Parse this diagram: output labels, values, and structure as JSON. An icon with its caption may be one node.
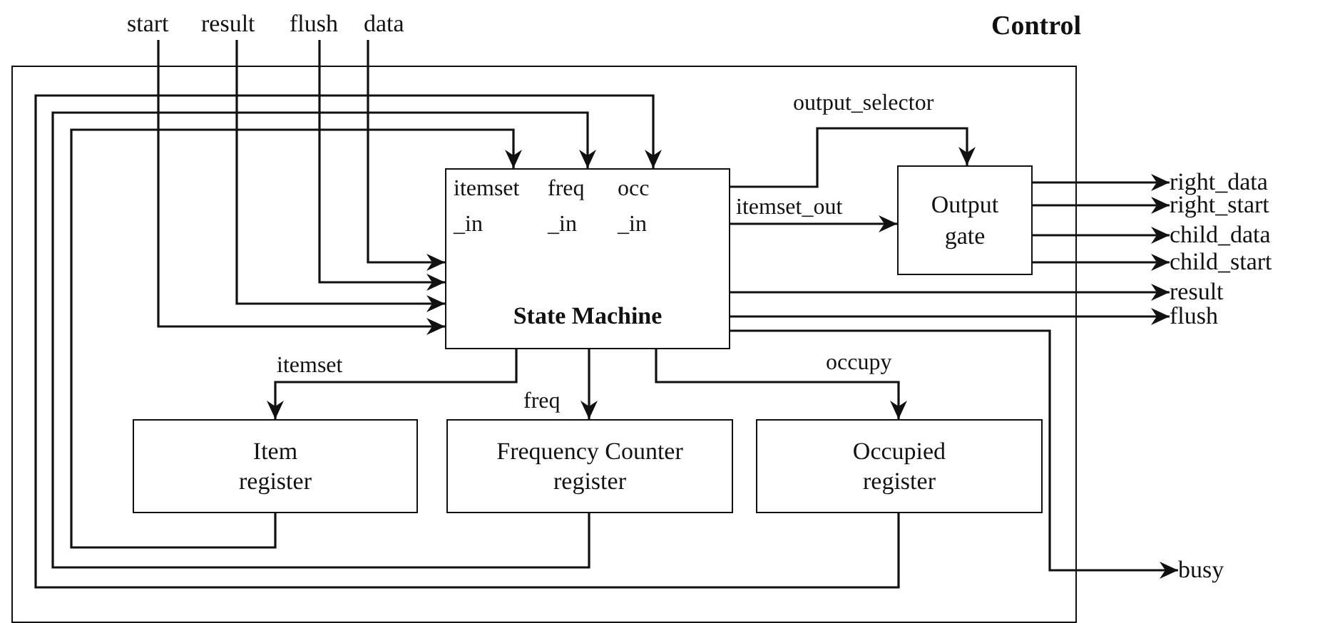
{
  "diagram": {
    "nodes": [
      {
        "text": [
          "Control"
        ]
      },
      {
        "text": [
          "start"
        ]
      },
      {
        "text": [
          "result"
        ]
      },
      {
        "text": [
          "flush"
        ]
      },
      {
        "text": [
          "data"
        ]
      },
      {
        "text": [
          "itemset _in",
          "freq _in",
          "occ _in",
          "State Machine"
        ],
        "in": 0
      },
      {
        "text": [
          "Output gate"
        ],
        "in": 0
      },
      {
        "text": [
          "Item register"
        ],
        "in": 0
      },
      {
        "text": [
          "Frequency Counter register"
        ],
        "in": 0
      },
      {
        "text": [
          "Occupied register"
        ],
        "in": 0
      },
      {
        "text": [
          "right_data"
        ]
      },
      {
        "text": [
          "right_start"
        ]
      },
      {
        "text": [
          "child_data"
        ]
      },
      {
        "text": [
          "child_start"
        ]
      },
      {
        "text": [
          "result"
        ]
      },
      {
        "text": [
          "flush"
        ]
      },
      {
        "text": [
          "busy"
        ]
      }
    ],
    "edges": [
      {
        "from": 1,
        "to": 5,
        "arrow": "to"
      },
      {
        "from": 2,
        "to": 5,
        "arrow": "to"
      },
      {
        "from": 3,
        "to": 5,
        "arrow": "to"
      },
      {
        "from": 4,
        "to": 5,
        "arrow": "to"
      },
      {
        "from": 5,
        "to": 6,
        "arrow": "to",
        "label": "output_selector"
      },
      {
        "from": 5,
        "to": 6,
        "arrow": "to",
        "label": "itemset_out"
      },
      {
        "from": 6,
        "to": 10,
        "arrow": "to"
      },
      {
        "from": 6,
        "to": 11,
        "arrow": "to"
      },
      {
        "from": 6,
        "to": 12,
        "arrow": "to"
      },
      {
        "from": 6,
        "to": 13,
        "arrow": "to"
      },
      {
        "from": 5,
        "to": 14,
        "arrow": "to"
      },
      {
        "from": 5,
        "to": 15,
        "arrow": "to"
      },
      {
        "from": 5,
        "to": 16,
        "arrow": "to"
      },
      {
        "from": 5,
        "to": 7,
        "arrow": "to",
        "label": "itemset"
      },
      {
        "from": 5,
        "to": 8,
        "arrow": "to",
        "label": "freq"
      },
      {
        "from": 5,
        "to": 9,
        "arrow": "to",
        "label": "occupy"
      },
      {
        "from": 7,
        "to": 5,
        "arrow": "to"
      },
      {
        "from": 8,
        "to": 5,
        "arrow": "to"
      },
      {
        "from": 9,
        "to": 5,
        "arrow": "to"
      }
    ]
  }
}
